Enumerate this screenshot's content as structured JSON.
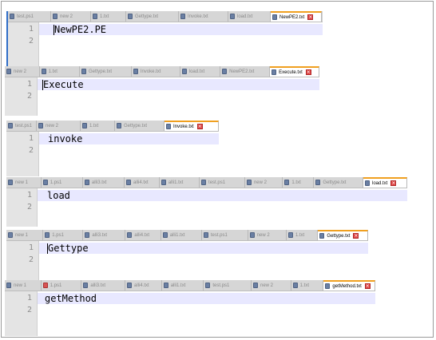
{
  "panels": [
    {
      "tabs": [
        {
          "label": "test.ps1"
        },
        {
          "label": "new 2"
        },
        {
          "label": "1.txt"
        },
        {
          "label": "Gettype.txt"
        },
        {
          "label": "Invoke.txt"
        },
        {
          "label": "load.txt"
        },
        {
          "label": "NewPE2.txt",
          "active": true
        }
      ],
      "lines": [
        "1",
        "2"
      ],
      "code": "NewPE2.PE"
    },
    {
      "tabs": [
        {
          "label": "new 2"
        },
        {
          "label": "1.txt"
        },
        {
          "label": "Gettype.txt"
        },
        {
          "label": "Invoke.txt"
        },
        {
          "label": "load.txt"
        },
        {
          "label": "NewPE2.txt"
        },
        {
          "label": "Execute.txt",
          "active": true
        }
      ],
      "lines": [
        "1",
        "2"
      ],
      "code": "Execute"
    },
    {
      "tabs": [
        {
          "label": "test.ps1"
        },
        {
          "label": "new 2"
        },
        {
          "label": "1.txt"
        },
        {
          "label": "Gettype.txt"
        },
        {
          "label": "Invoke.txt",
          "active": true
        }
      ],
      "lines": [
        "1",
        "2"
      ],
      "code": "invoke"
    },
    {
      "tabs": [
        {
          "label": "new 1"
        },
        {
          "label": "1.ps1"
        },
        {
          "label": "alli3.txt"
        },
        {
          "label": "alli4.txt"
        },
        {
          "label": "alli1.txt"
        },
        {
          "label": "test.ps1"
        },
        {
          "label": "new 2"
        },
        {
          "label": "1.txt"
        },
        {
          "label": "Gettype.txt"
        },
        {
          "label": "load.txt",
          "active": true
        }
      ],
      "lines": [
        "1",
        "2"
      ],
      "code": "load"
    },
    {
      "tabs": [
        {
          "label": "new 1"
        },
        {
          "label": "1.ps1"
        },
        {
          "label": "alli3.txt"
        },
        {
          "label": "alli4.txt"
        },
        {
          "label": "alli1.txt"
        },
        {
          "label": "test.ps1"
        },
        {
          "label": "new 2"
        },
        {
          "label": "1.txt"
        },
        {
          "label": "Gettype.txt",
          "active": true
        }
      ],
      "lines": [
        "1",
        "2"
      ],
      "code": "Gettype"
    },
    {
      "tabs": [
        {
          "label": "new 1"
        },
        {
          "label": "1.ps1",
          "red_icon": true
        },
        {
          "label": "alli3.txt"
        },
        {
          "label": "alli4.txt"
        },
        {
          "label": "alli1.txt"
        },
        {
          "label": "test.ps1"
        },
        {
          "label": "new 2"
        },
        {
          "label": "1.txt"
        },
        {
          "label": "getMethod.txt",
          "active": true
        }
      ],
      "lines": [
        "1",
        "2"
      ],
      "code": "getMethod"
    }
  ]
}
